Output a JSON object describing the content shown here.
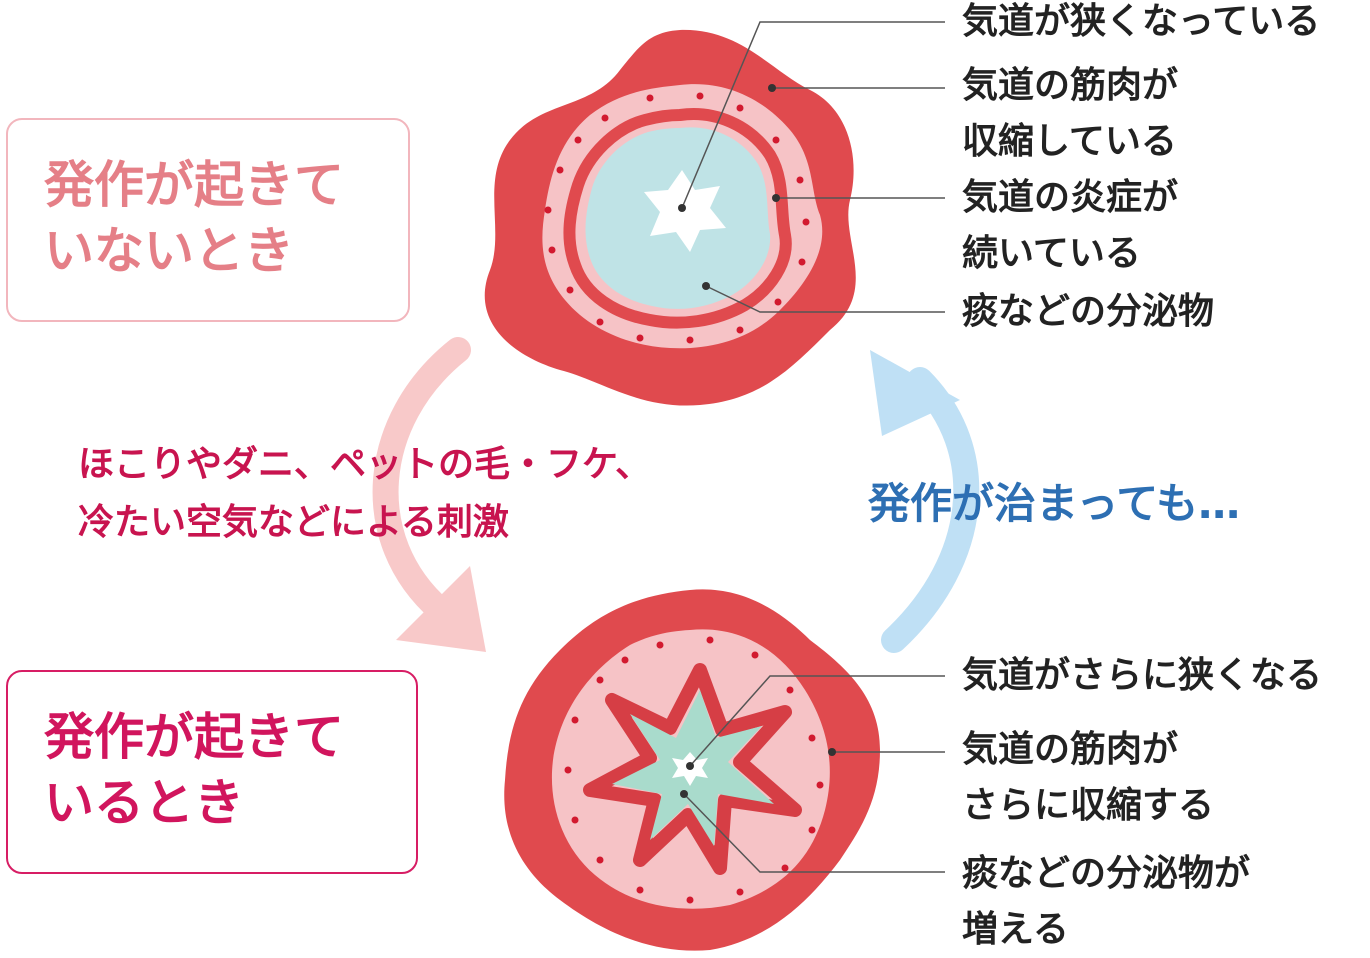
{
  "state_labels": {
    "not_attack": "発作が起きて\nいないとき",
    "attack": "発作が起きて\nいるとき"
  },
  "transitions": {
    "trigger": "ほこりやダニ、ペットの毛・フケ、\n冷たい空気などによる刺激",
    "recovery": "発作が治まっても…"
  },
  "callouts_top": [
    "気道が狭くなっている",
    "気道の筋肉が\n収縮している",
    "気道の炎症が\n続いている",
    "痰などの分泌物"
  ],
  "callouts_bottom": [
    "気道がさらに狭くなる",
    "気道の筋肉が\nさらに収縮する",
    "痰などの分泌物が\n増える"
  ],
  "colors": {
    "outer_tissue": "#e04a4e",
    "pink_layer": "#f6c3c6",
    "mucus_top": "#bfe3e6",
    "mucus_bottom": "#a9dbcc",
    "trigger_arrow": "#f8c9c9",
    "recovery_arrow": "#bfe0f5",
    "trigger_text": "#c8144f",
    "recovery_text": "#2d6fb3"
  }
}
